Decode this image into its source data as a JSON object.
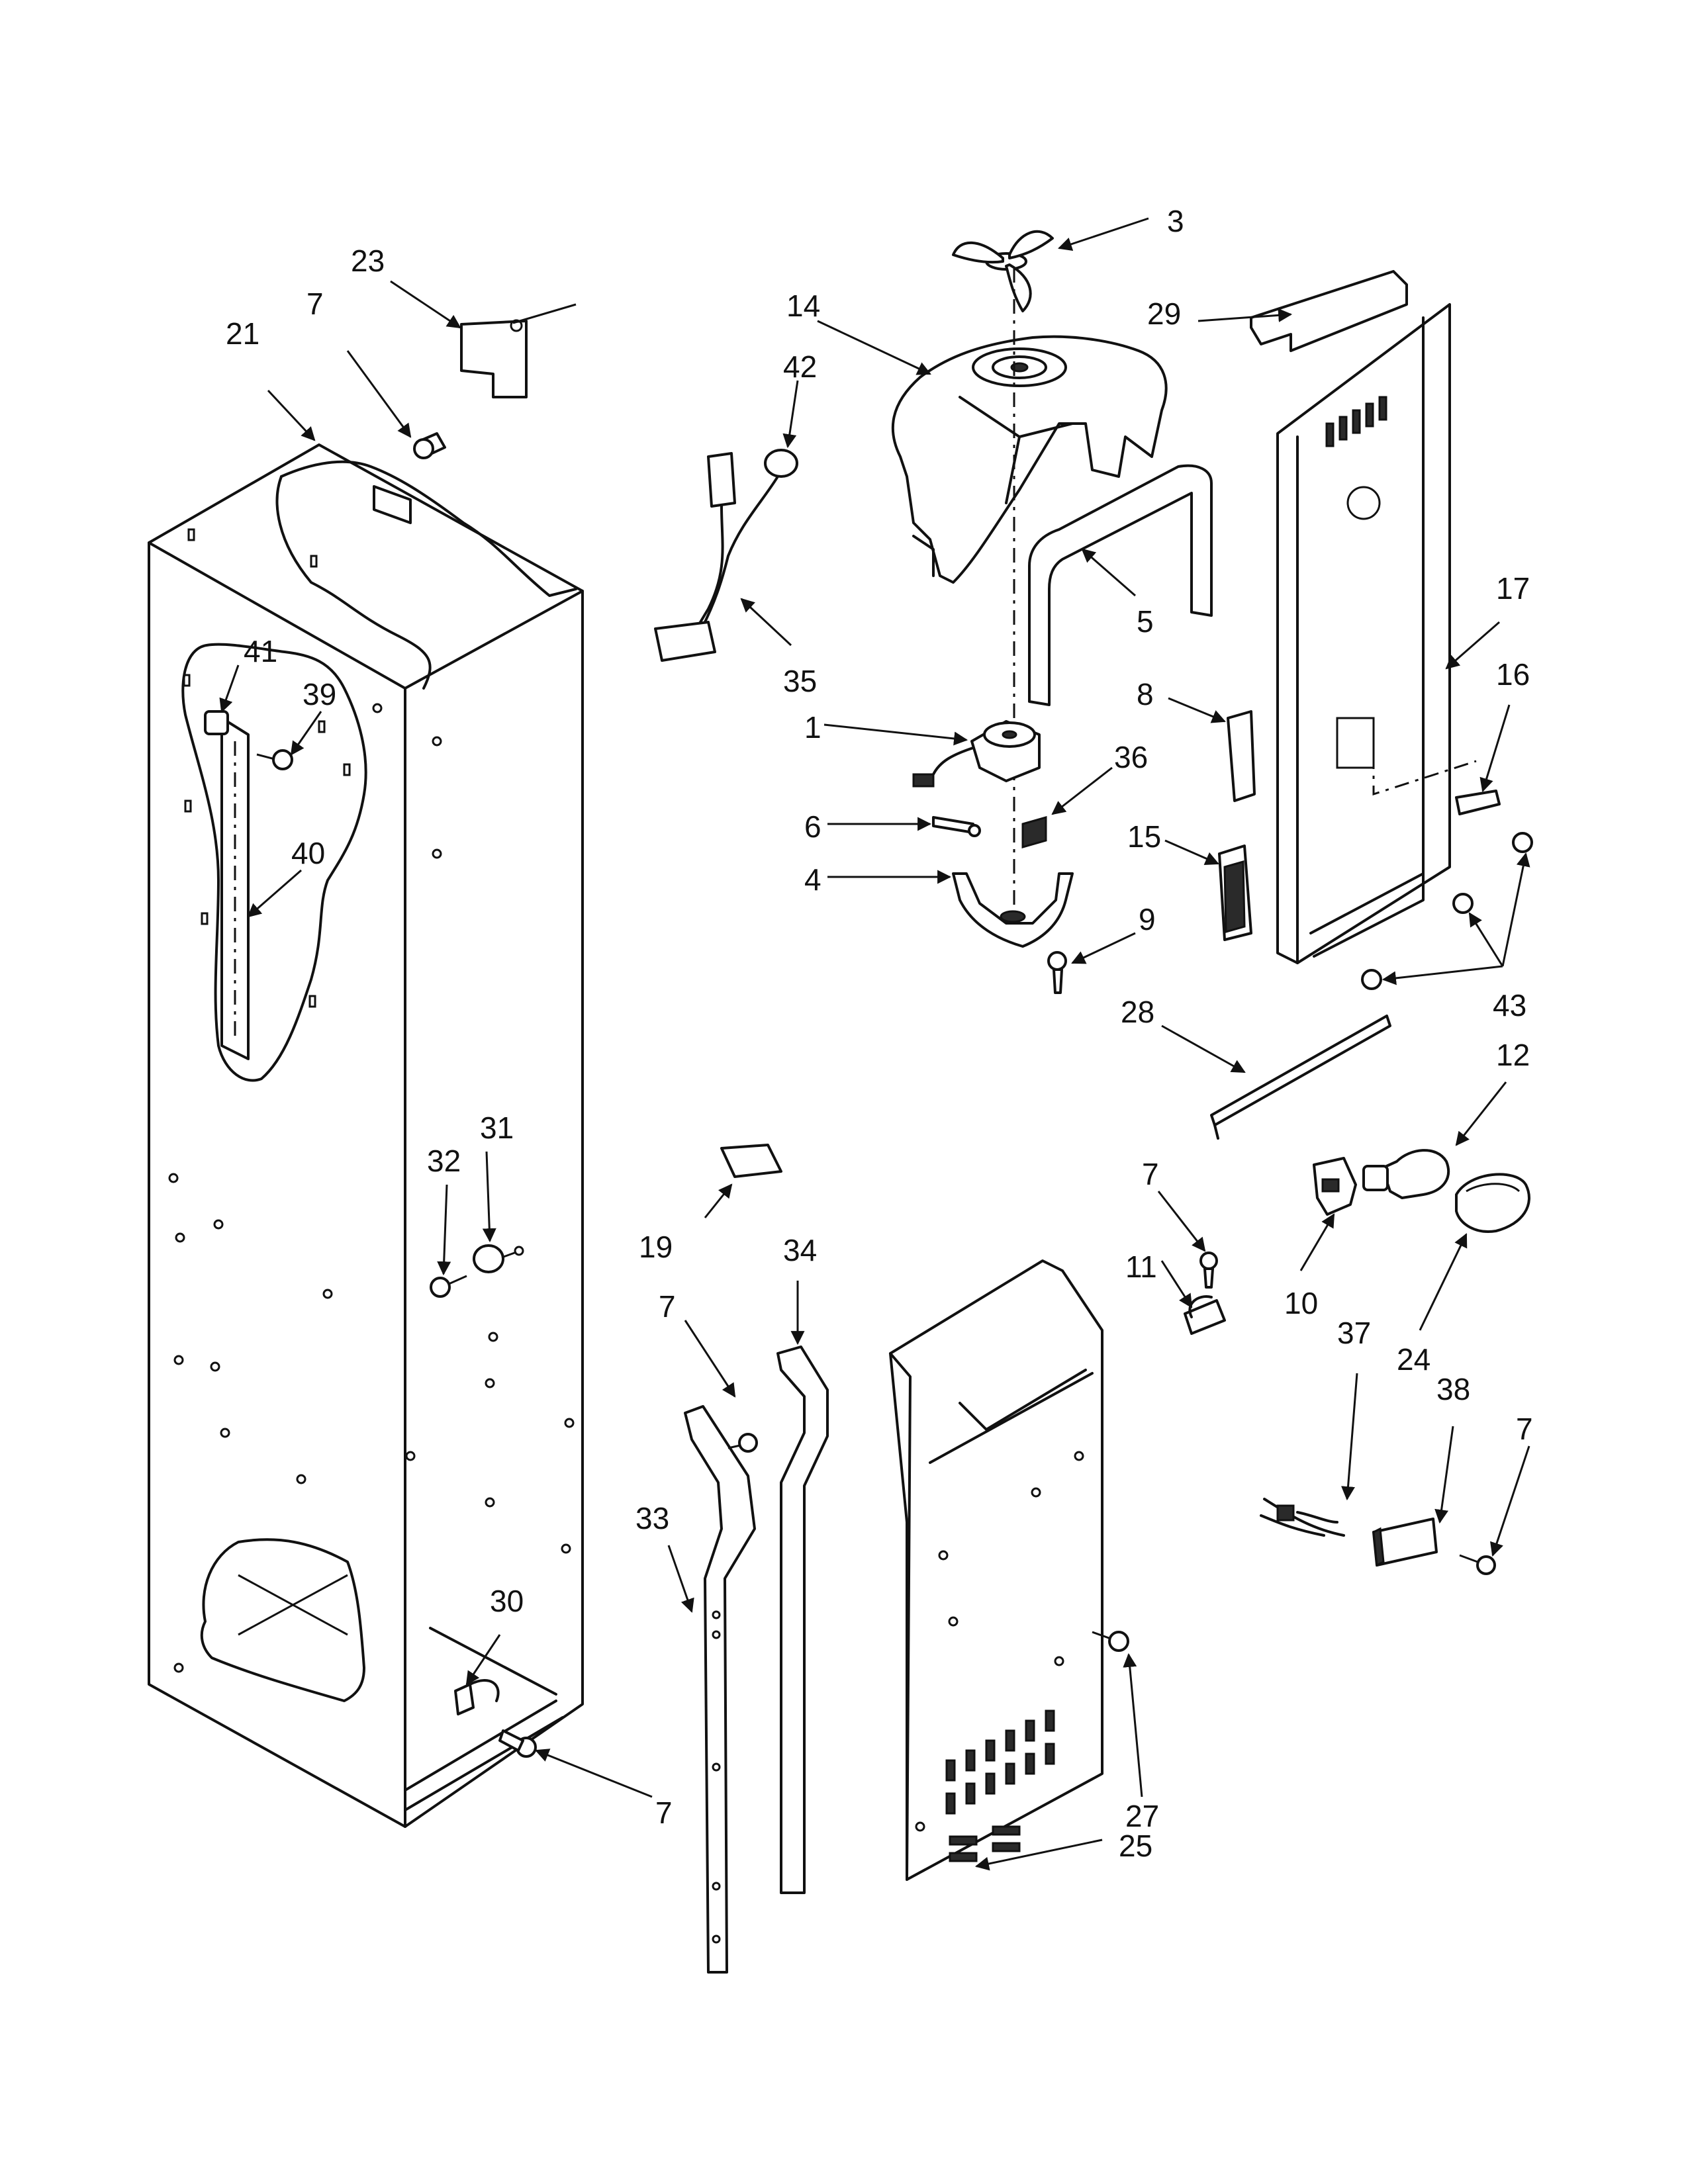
{
  "callouts": [
    {
      "id": "c1",
      "text": "1"
    },
    {
      "id": "c3",
      "text": "3"
    },
    {
      "id": "c4",
      "text": "4"
    },
    {
      "id": "c5",
      "text": "5"
    },
    {
      "id": "c6",
      "text": "6"
    },
    {
      "id": "c7a",
      "text": "7"
    },
    {
      "id": "c7b",
      "text": "7"
    },
    {
      "id": "c7c",
      "text": "7"
    },
    {
      "id": "c7d",
      "text": "7"
    },
    {
      "id": "c7e",
      "text": "7"
    },
    {
      "id": "c8",
      "text": "8"
    },
    {
      "id": "c9",
      "text": "9"
    },
    {
      "id": "c10",
      "text": "10"
    },
    {
      "id": "c11",
      "text": "11"
    },
    {
      "id": "c12",
      "text": "12"
    },
    {
      "id": "c14",
      "text": "14"
    },
    {
      "id": "c15",
      "text": "15"
    },
    {
      "id": "c16",
      "text": "16"
    },
    {
      "id": "c17",
      "text": "17"
    },
    {
      "id": "c19",
      "text": "19"
    },
    {
      "id": "c21",
      "text": "21"
    },
    {
      "id": "c23",
      "text": "23"
    },
    {
      "id": "c24",
      "text": "24"
    },
    {
      "id": "c25",
      "text": "25"
    },
    {
      "id": "c27",
      "text": "27"
    },
    {
      "id": "c28",
      "text": "28"
    },
    {
      "id": "c29",
      "text": "29"
    },
    {
      "id": "c30",
      "text": "30"
    },
    {
      "id": "c31",
      "text": "31"
    },
    {
      "id": "c32",
      "text": "32"
    },
    {
      "id": "c33",
      "text": "33"
    },
    {
      "id": "c34",
      "text": "34"
    },
    {
      "id": "c35",
      "text": "35"
    },
    {
      "id": "c36",
      "text": "36"
    },
    {
      "id": "c37",
      "text": "37"
    },
    {
      "id": "c38",
      "text": "38"
    },
    {
      "id": "c39",
      "text": "39"
    },
    {
      "id": "c40",
      "text": "40"
    },
    {
      "id": "c41",
      "text": "41"
    },
    {
      "id": "c42",
      "text": "42"
    },
    {
      "id": "c43",
      "text": "43"
    }
  ]
}
